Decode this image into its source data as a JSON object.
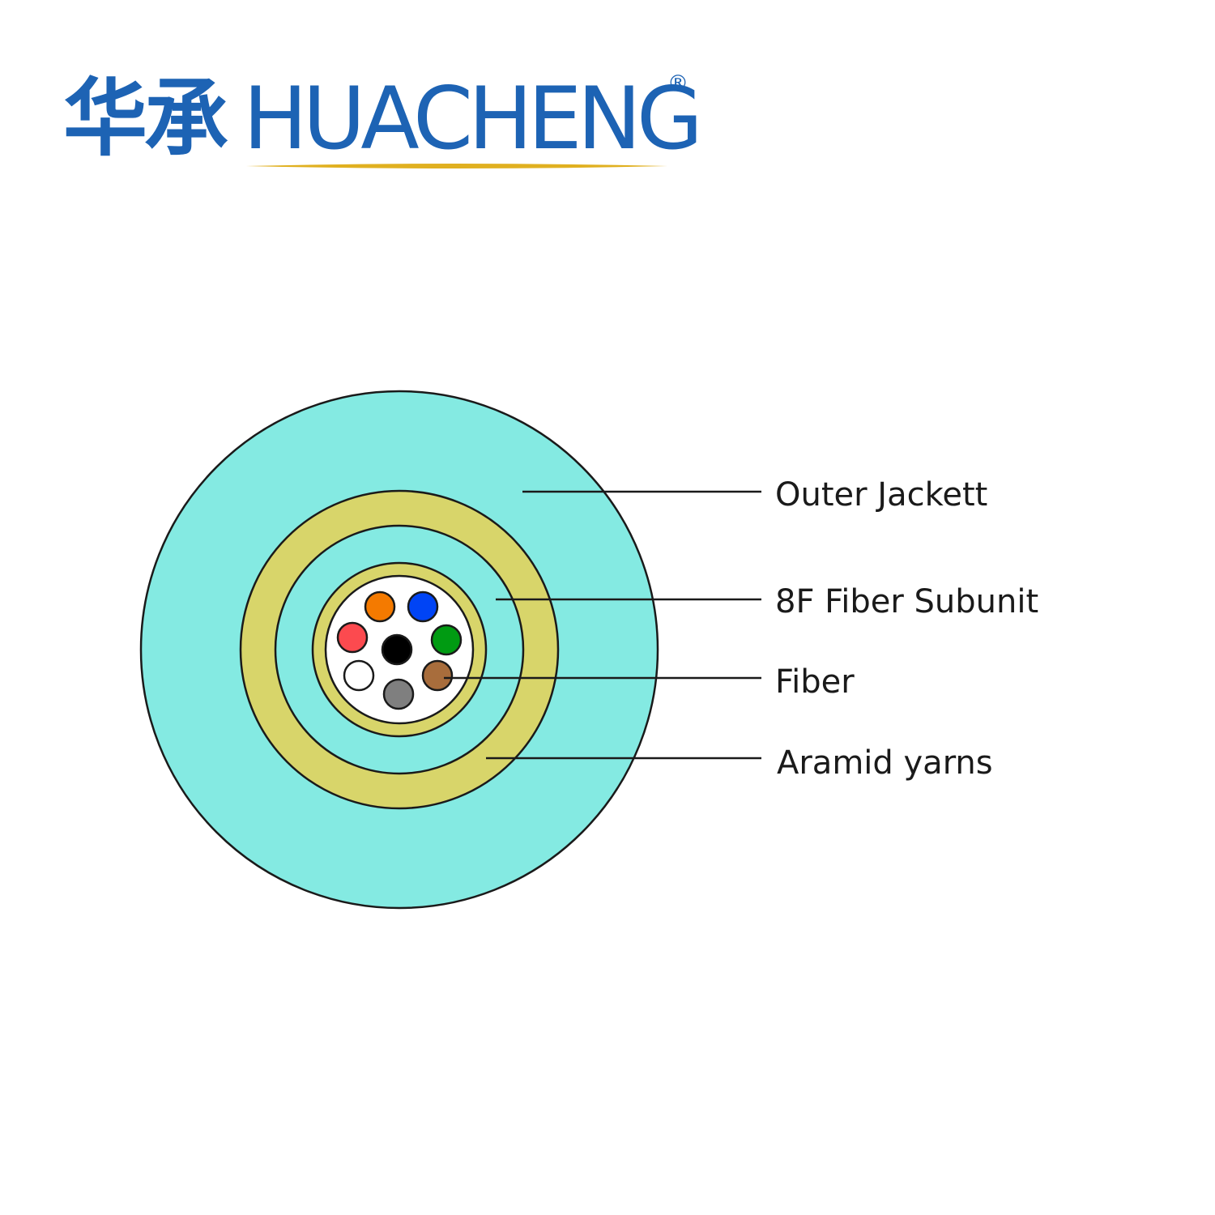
{
  "logo": {
    "chinese": "华承",
    "english": "HUACHENG",
    "registered": "®",
    "brand_color": "#1d63b4",
    "underline_color": "#e0b020"
  },
  "colors": {
    "outer_jacket": "#84eae2",
    "aramid": "#d8d56a",
    "subunit_core": "#ffffff",
    "outline": "#1a1a1a"
  },
  "fibers": [
    {
      "color_name": "orange",
      "hex": "#f47a00"
    },
    {
      "color_name": "blue",
      "hex": "#0044f5"
    },
    {
      "color_name": "red",
      "hex": "#fc4a4f"
    },
    {
      "color_name": "black",
      "hex": "#000000"
    },
    {
      "color_name": "green",
      "hex": "#009b12"
    },
    {
      "color_name": "white",
      "hex": "#ffffff"
    },
    {
      "color_name": "brown",
      "hex": "#a86d3c"
    },
    {
      "color_name": "grey",
      "hex": "#7f7f7f"
    }
  ],
  "labels": {
    "outer_jacket": "Outer Jackett",
    "subunit": "8F Fiber Subunit",
    "fiber": "Fiber",
    "aramid": "Aramid yarns"
  }
}
